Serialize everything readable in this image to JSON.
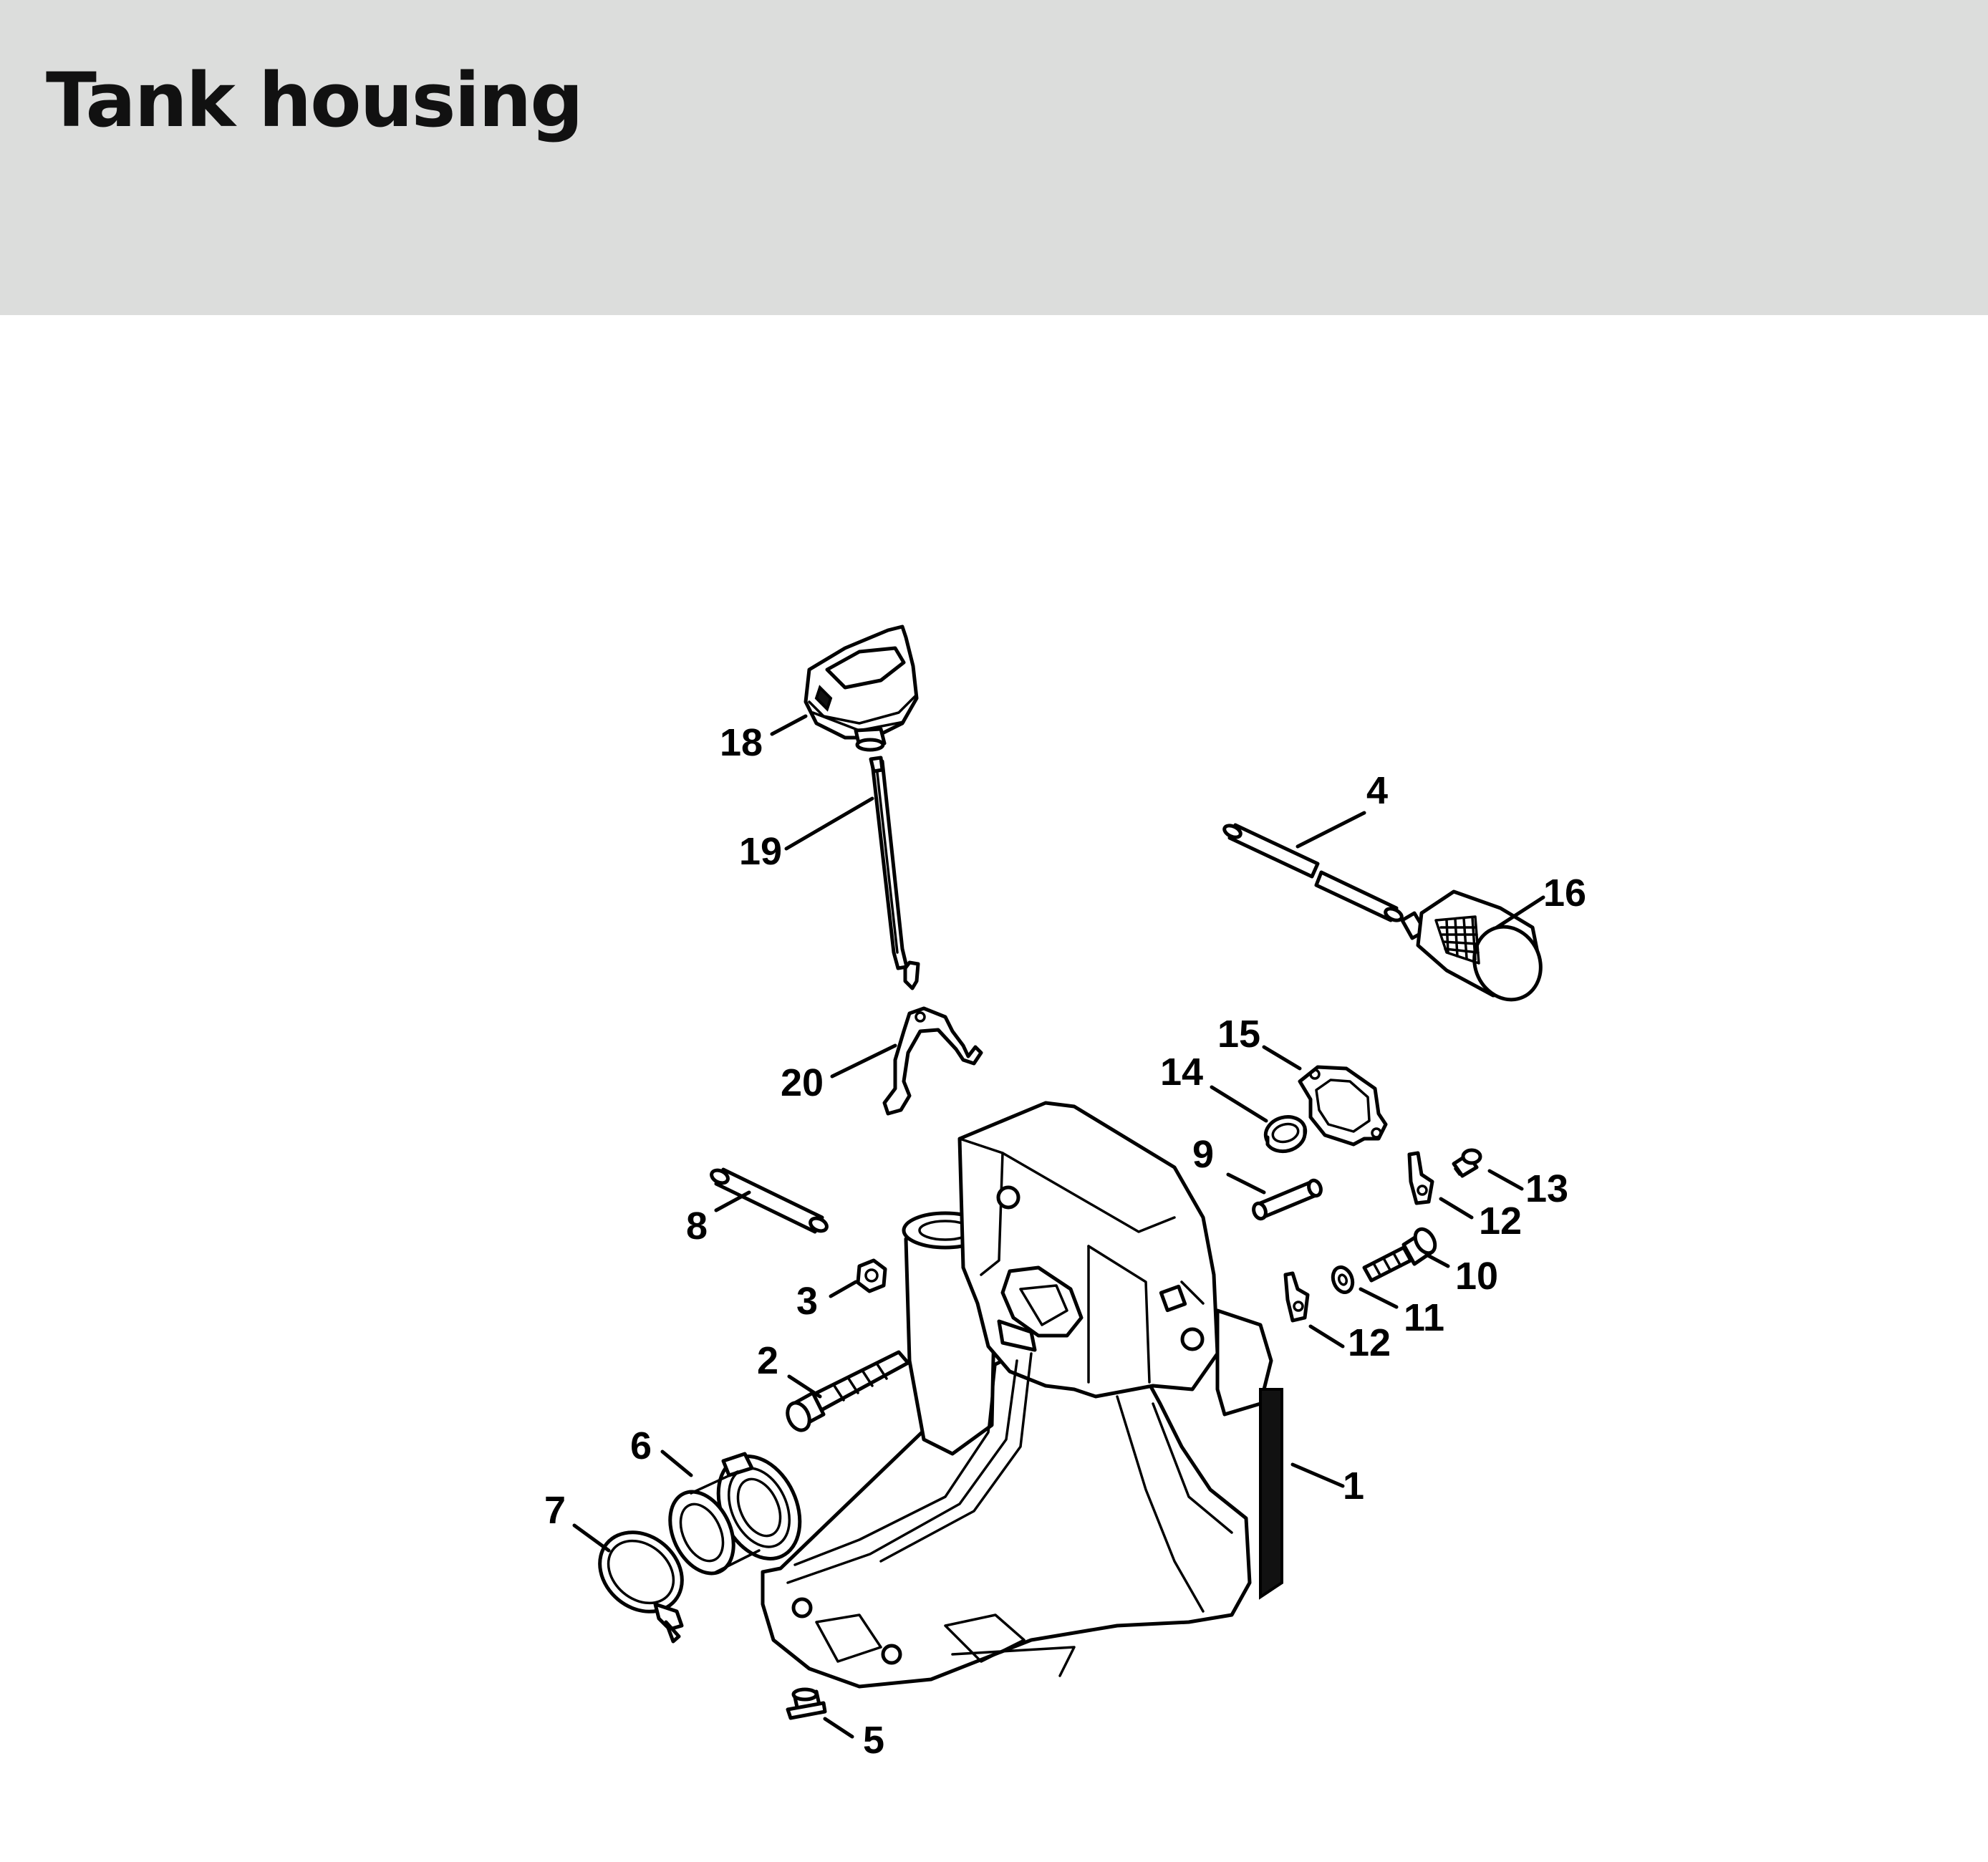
{
  "header": {
    "title": "Tank housing"
  },
  "colors": {
    "header_band": "#dcdddc",
    "background": "#ffffff",
    "line": "#000000"
  },
  "callouts": {
    "c1": "1",
    "c2": "2",
    "c3": "3",
    "c4": "4",
    "c5": "5",
    "c6": "6",
    "c7": "7",
    "c8": "8",
    "c9": "9",
    "c10": "10",
    "c11": "11",
    "c12a": "12",
    "c12b": "12",
    "c13": "13",
    "c14": "14",
    "c15": "15",
    "c16": "16",
    "c18": "18",
    "c19": "19",
    "c20": "20"
  }
}
